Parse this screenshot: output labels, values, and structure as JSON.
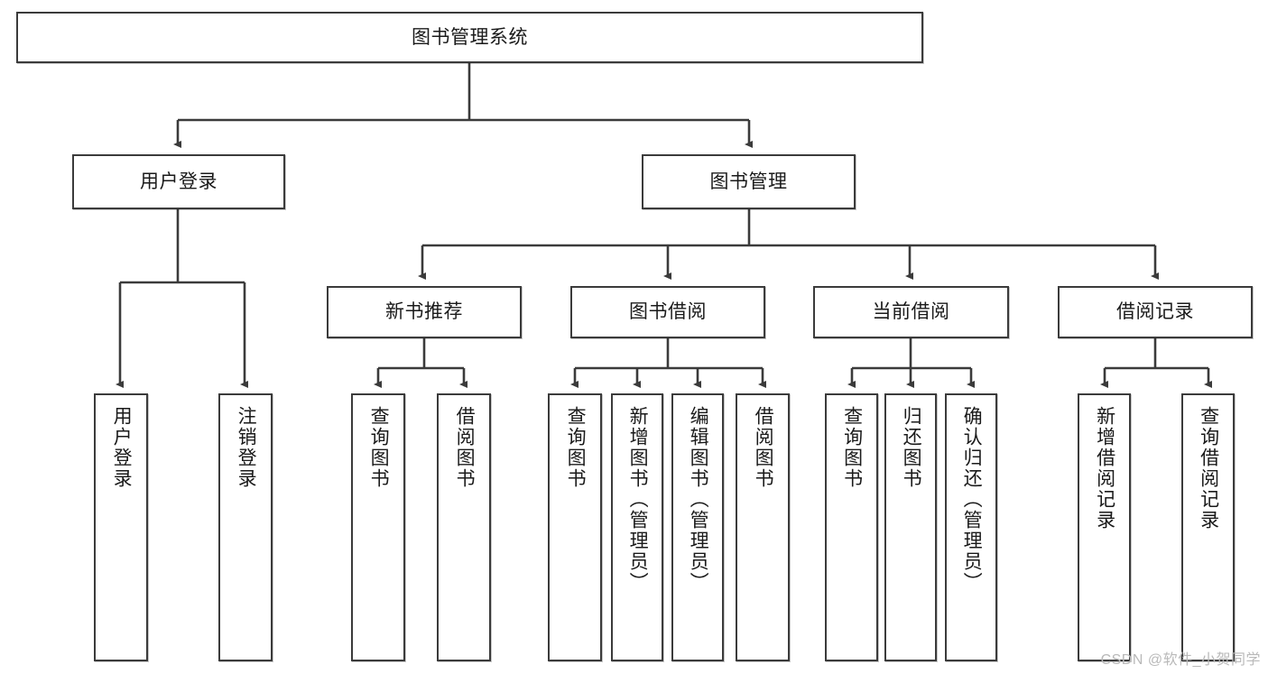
{
  "diagram": {
    "title": "图书管理系统",
    "type": "tree",
    "root": {
      "label": "图书管理系统"
    },
    "level2": [
      {
        "label": "用户登录"
      },
      {
        "label": "图书管理"
      }
    ],
    "level3": [
      {
        "label": "新书推荐"
      },
      {
        "label": "图书借阅"
      },
      {
        "label": "当前借阅"
      },
      {
        "label": "借阅记录"
      }
    ],
    "leaves": {
      "user_login": [
        {
          "label": "用户登录"
        },
        {
          "label": "注销登录"
        }
      ],
      "new_book": [
        {
          "label": "查询图书"
        },
        {
          "label": "借阅图书"
        }
      ],
      "book_borrow": [
        {
          "label": "查询图书"
        },
        {
          "label": "新增图书（管理员）"
        },
        {
          "label": "编辑图书（管理员）"
        },
        {
          "label": "借阅图书"
        }
      ],
      "current_borrow": [
        {
          "label": "查询图书"
        },
        {
          "label": "归还图书"
        },
        {
          "label": "确认归还（管理员）"
        }
      ],
      "borrow_record": [
        {
          "label": "新增借阅记录"
        },
        {
          "label": "查询借阅记录"
        }
      ]
    }
  },
  "watermark": {
    "text": "CSDN @软件_小贺同学"
  },
  "colors": {
    "stroke": "#3b3b3b",
    "fill": "#ffffff",
    "text": "#1a1a1a",
    "watermark": "#b9b9b9"
  }
}
